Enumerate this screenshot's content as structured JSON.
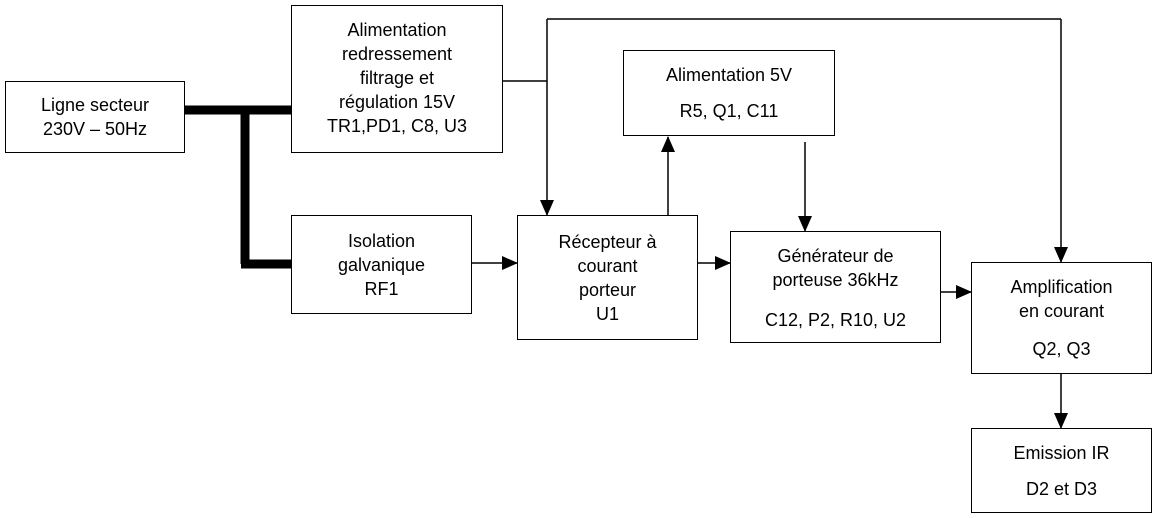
{
  "blocks": {
    "ligne": {
      "lines": [
        "Ligne secteur",
        "230V – 50Hz"
      ]
    },
    "alim15": {
      "lines": [
        "Alimentation",
        "redressement",
        "filtrage et",
        "régulation 15V",
        "TR1,PD1, C8, U3"
      ]
    },
    "isolation": {
      "lines": [
        "Isolation",
        "galvanique",
        "RF1"
      ]
    },
    "recepteur": {
      "lines": [
        "Récepteur à",
        "courant",
        "porteur",
        "U1"
      ]
    },
    "alim5": {
      "lines": [
        "Alimentation 5V",
        "R5, Q1, C11"
      ]
    },
    "generateur": {
      "lines": [
        "Générateur de",
        "porteuse 36kHz",
        "C12, P2, R10, U2"
      ]
    },
    "amplification": {
      "lines": [
        "Amplification",
        "en courant",
        "Q2, Q3"
      ]
    },
    "emission": {
      "lines": [
        "Emission IR",
        "D2 et D3"
      ]
    }
  }
}
